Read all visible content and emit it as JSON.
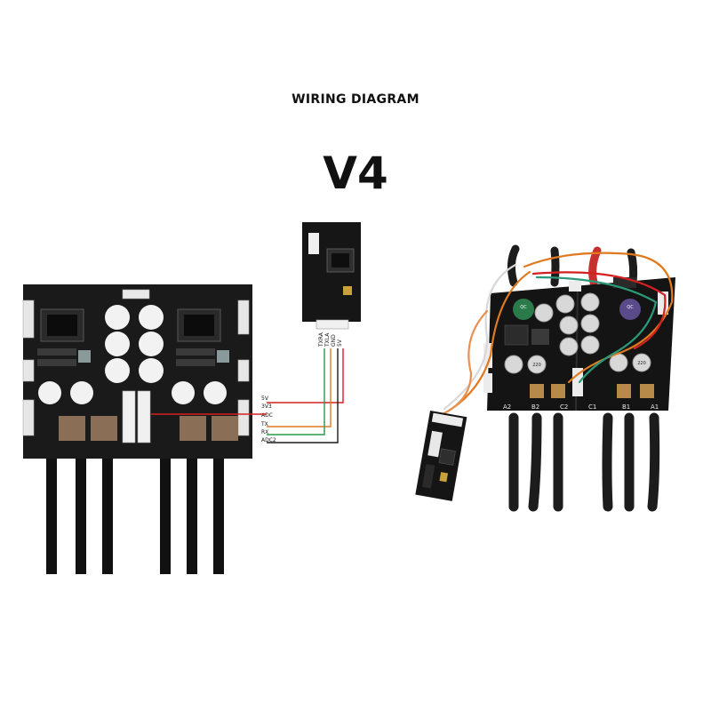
{
  "header": {
    "title": "WIRING DIAGRAM",
    "version": "V4"
  },
  "controller": {
    "pins": [
      "5V",
      "3V3",
      "ADC",
      "TX",
      "RX",
      "ADC2"
    ]
  },
  "module": {
    "pins": [
      "TXRA",
      "TXLA",
      "GND",
      "5V"
    ]
  },
  "photo": {
    "phase_labels": [
      "A2",
      "B2",
      "C2",
      "C1",
      "B1",
      "A1"
    ],
    "cap_brand": "QC",
    "cap_label": "220"
  },
  "colors": {
    "board": "#161616",
    "wire_red": "#d42020",
    "wire_orange": "#e07a20",
    "wire_green": "#2a9a4a",
    "wire_black": "#1a1a1a"
  }
}
